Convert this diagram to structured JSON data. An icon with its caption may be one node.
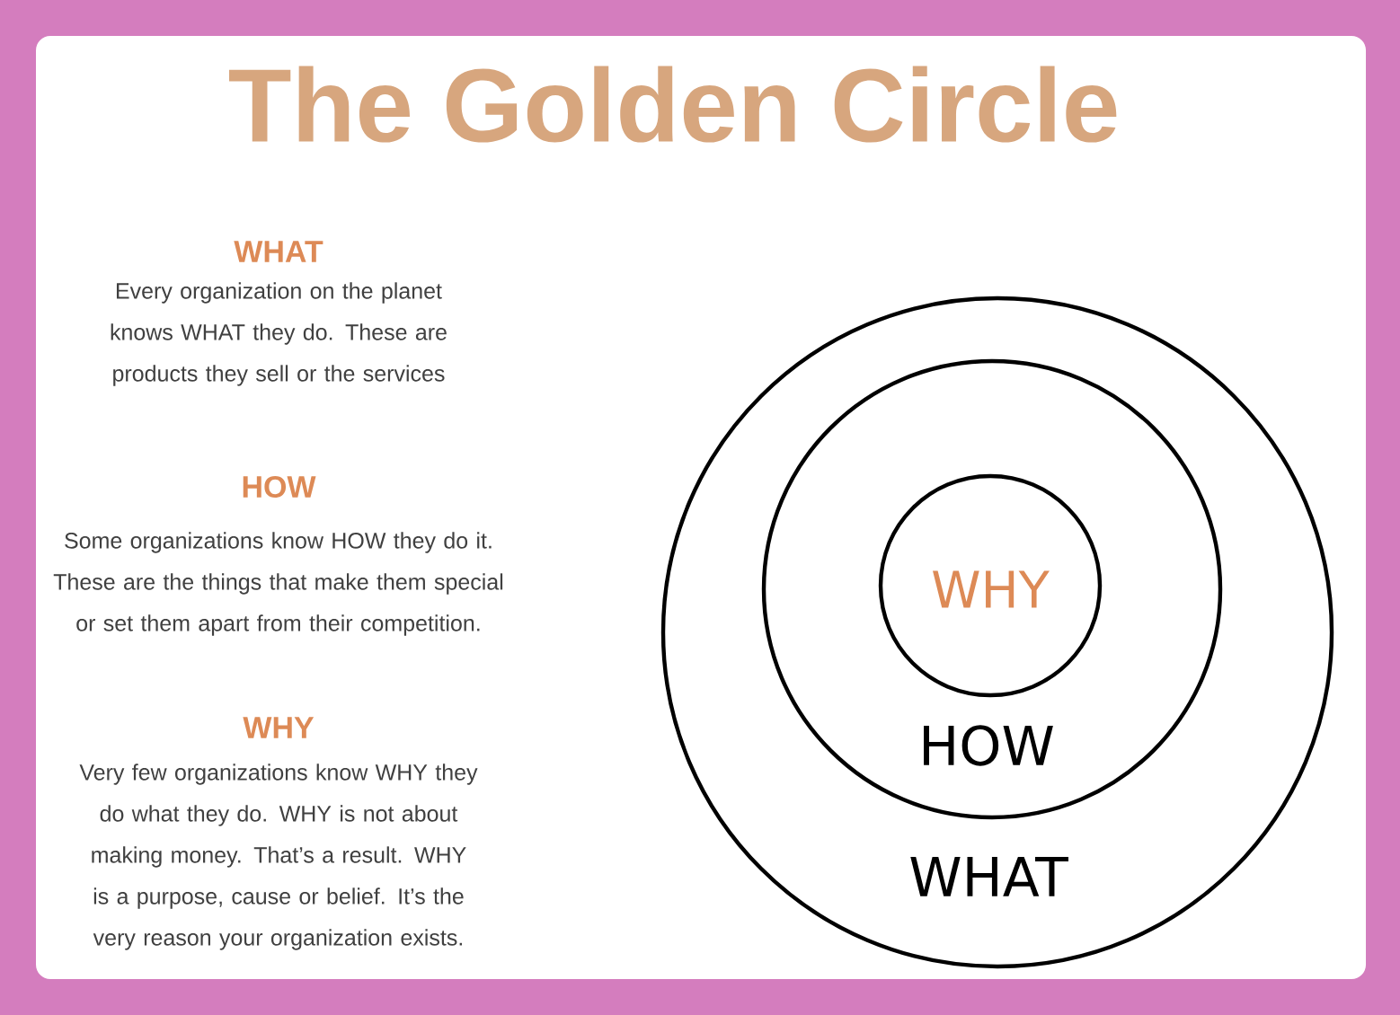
{
  "diagram": {
    "title": "The Golden Circle",
    "nodes": [
      {
        "text": [
          "WHAT"
        ]
      },
      {
        "text": [
          "HOW"
        ],
        "in": 0
      },
      {
        "text": [
          "WHY"
        ],
        "in": 1
      }
    ],
    "labels": [
      "WHAT",
      "Every organization on the planet knows WHAT they do. These are products they sell or the services",
      "HOW",
      "Some organizations know HOW they do it. These are the things that make them special or set them apart from their competition.",
      "WHY",
      "Very few organizations know WHY they do what they do. WHY is not about making money. That’s a result. WHY is a purpose, cause or belief. It’s the very reason your organization exists."
    ]
  }
}
